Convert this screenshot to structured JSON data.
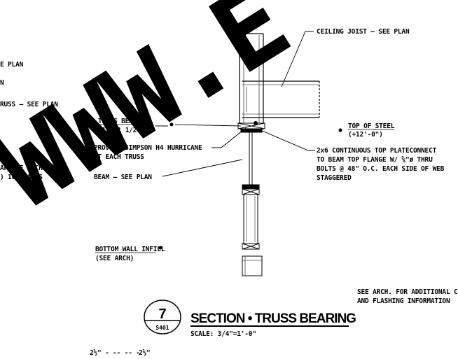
{
  "watermark": "WWW.E",
  "left_notes": {
    "plan_fragment": "E PLAN",
    "n_fragment": "N",
    "truss_fragment": "RUSS — SEE PLAN",
    "strap_fragment_1": "AP TIE EACH END",
    "strap_fragment_2": ") 10d NAILS"
  },
  "callouts": {
    "ceiling_joist": "CEILING JOIST — SEE PLAN",
    "truss_bearing_title": "TRUSS BEARING",
    "truss_bearing_elev": "(12'-1 1/2\")",
    "top_of_steel_title": "TOP OF STEEL",
    "top_of_steel_elev": "(+12'-0\")",
    "hurricane_1": "PROVIDE SIMPSON H4 HURRICANE",
    "hurricane_2": "AT EACH TRUSS",
    "beam": "BEAM — SEE PLAN",
    "plate_1": "2x6 CONTINUOUS TOP PLATECONNECT",
    "plate_2": "TO BEAM TOP FLANGE W/ ⅝\"ø THRU",
    "plate_3": "BOLTS @ 48\" O.C. EACH SIDE OF WEB",
    "plate_4": "STAGGERED",
    "bottom_wall_title": "BOTTOM WALL INFILL",
    "bottom_wall_note": "(SEE ARCH)",
    "see_arch_1": "SEE ARCH. FOR ADDITIONAL C",
    "see_arch_2": "AND FLASHING INFORMATION"
  },
  "title_block": {
    "tag_number": "7",
    "tag_sheet": "S401",
    "title": "SECTION • TRUSS BEARING",
    "scale": "SCALE: 3/4\"=1'-0\""
  },
  "bottom_dims": {
    "dim_1": "2½\"",
    "dim_2": "2½\""
  }
}
